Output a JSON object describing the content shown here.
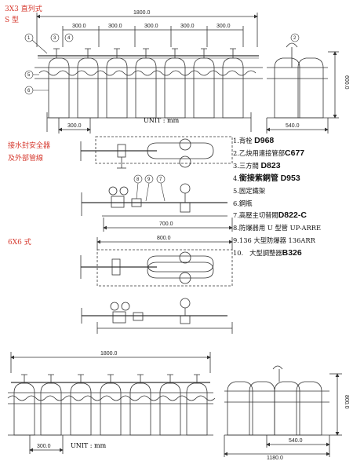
{
  "headings": {
    "layout_3x3": "3X3 直列式",
    "type_s": "S 型",
    "flashback_label_line1": "接水封安全器",
    "flashback_label_line2": "及外部管線",
    "layout_6x6": "6X6 式"
  },
  "units": {
    "unit_top": "UNIT : mm",
    "unit_bottom": "UNIT : mm"
  },
  "dimensions": {
    "top_overall": "1800.0",
    "top_spacing": [
      "300.0",
      "300.0",
      "300.0",
      "300.0",
      "300.0"
    ],
    "top_bottom_spacing": "300.0",
    "top_side_width": "540.0",
    "top_side_height": "600.0",
    "mid_upper": "700.0",
    "mid_lower": "800.0",
    "bottom_overall": "1800.0",
    "bottom_spacing": "300.0",
    "bottom_side_width_1": "540.0",
    "bottom_side_width_2": "1180.0",
    "bottom_side_height": "800.0"
  },
  "callouts": [
    "1",
    "2",
    "3",
    "4",
    "5",
    "6",
    "7",
    "8",
    "9"
  ],
  "legend": [
    {
      "num": "1.",
      "name": "背栓",
      "code": "D968"
    },
    {
      "num": "2.",
      "name": "乙炔用連接管部",
      "code": "C677"
    },
    {
      "num": "3.",
      "name": "三方閥",
      "code": "D823"
    },
    {
      "num": "4.",
      "name": "銜接紫銅管",
      "code": "D953"
    },
    {
      "num": "5.",
      "name": "固定鐵架",
      "code": ""
    },
    {
      "num": "6.",
      "name": "鋼瓶",
      "code": ""
    },
    {
      "num": "7.",
      "name": "高壓主切替閥",
      "code": "D822-C"
    },
    {
      "num": "8.",
      "name": "防爆器用 U 型管 UP-ARRE",
      "code": ""
    },
    {
      "num": "9.",
      "name": "136 大型防爆器 136ARR",
      "code": ""
    },
    {
      "num": "10.",
      "name": " 大型調整器",
      "code": "B326"
    }
  ],
  "colors": {
    "accent": "#d63a2f",
    "line": "#333333"
  }
}
